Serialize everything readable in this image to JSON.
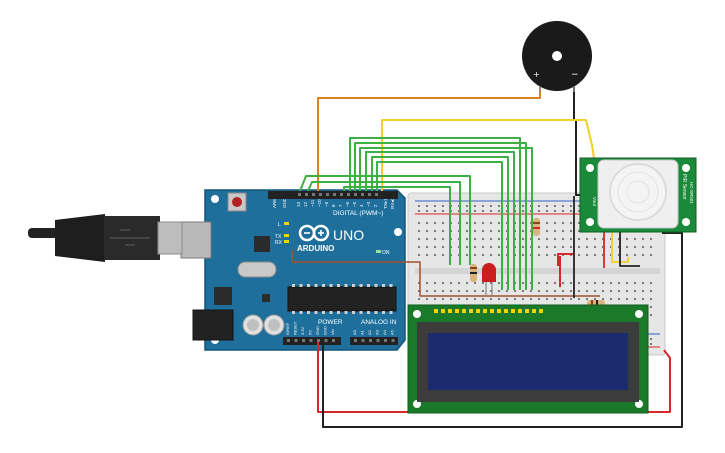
{
  "arduino": {
    "brand": "ARDUINO",
    "model": "UNO",
    "digital_label": "DIGITAL (PWM~)",
    "power_label": "POWER",
    "analog_label": "ANALOG IN",
    "aref": "AREF",
    "gnd": "GND",
    "on_label": "ON",
    "tx": "TX",
    "rx": "RX",
    "l": "L",
    "tx1": "TX▸1",
    "rx0": "RX◂0",
    "digital_pins": [
      "13",
      "12",
      "~11",
      "~10",
      "~9",
      "8",
      "7",
      "~6",
      "~5",
      "4",
      "~3",
      "2"
    ],
    "power_pins": [
      "IOREF",
      "RESET",
      "3.3V",
      "5V",
      "GND",
      "GND",
      "Vin"
    ],
    "analog_pins": [
      "A0",
      "A1",
      "A2",
      "A3",
      "A4",
      "A5"
    ]
  },
  "buzzer": {
    "plus": "+",
    "minus": "−"
  },
  "pir": {
    "title": "PIR Sensor",
    "label_left": "HC-SR501",
    "label_right": "Vout"
  },
  "colors": {
    "board": "#1f6f9c",
    "breadboard": "#e8e8e8",
    "wire_green": "#3cb043",
    "wire_orange": "#d9822b",
    "wire_yellow": "#f2d027",
    "wire_red": "#d62828",
    "wire_black": "#222222",
    "lcd_pcb": "#1b7a2a",
    "lcd_screen": "#1c2a6e",
    "pir_pcb": "#1a8a3a",
    "led": "#c81e1e"
  }
}
